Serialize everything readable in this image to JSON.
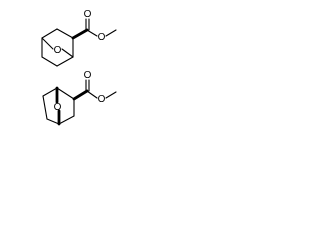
{
  "molecules": [
    {
      "atoms": {
        "bridge_oxygen": "O",
        "carbonyl_oxygen": "O",
        "ester_oxygen": "O"
      }
    },
    {
      "atoms": {
        "bridge_oxygen": "O",
        "carbonyl_oxygen": "O",
        "ester_oxygen": "O"
      }
    }
  ]
}
